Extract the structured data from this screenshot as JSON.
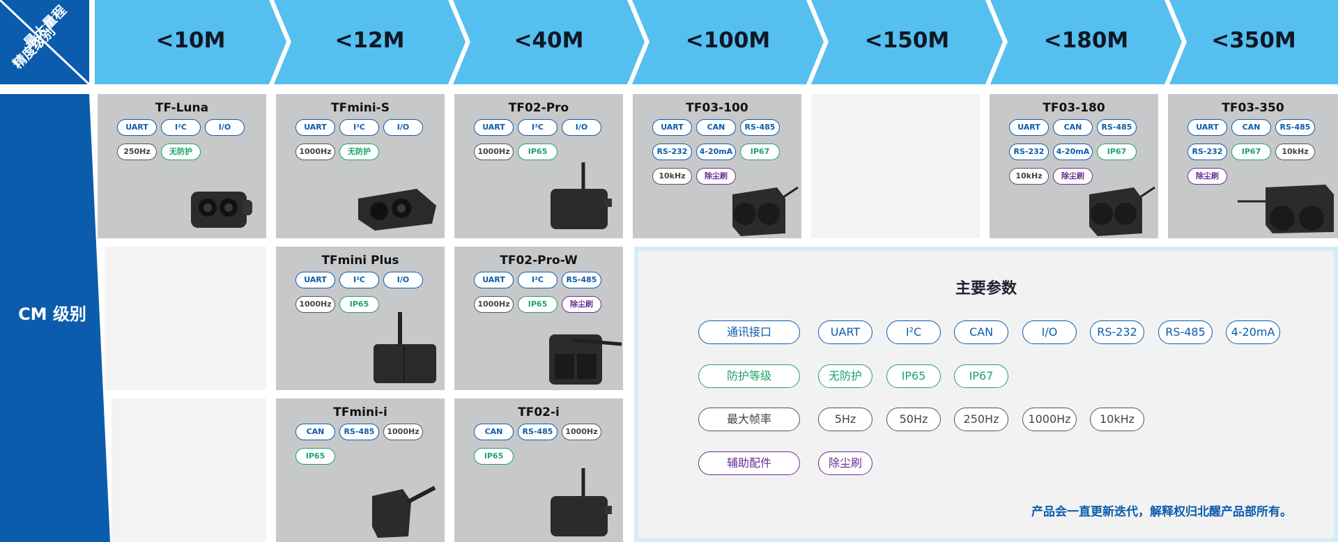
{
  "corner": {
    "top_label": "最大量程",
    "bottom_label": "精度级别"
  },
  "side_label": "CM 级别",
  "ranges": [
    "<10M",
    "<12M",
    "<40M",
    "<100M",
    "<150M",
    "<180M",
    "<350M"
  ],
  "products": {
    "tf_luna": {
      "name": "TF-Luna",
      "tags": [
        "UART",
        "I²C",
        "I/O",
        "250Hz",
        "无防护"
      ]
    },
    "tfmini_s": {
      "name": "TFmini-S",
      "tags": [
        "UART",
        "I²C",
        "I/O",
        "1000Hz",
        "无防护"
      ]
    },
    "tf02_pro": {
      "name": "TF02-Pro",
      "tags": [
        "UART",
        "I²C",
        "I/O",
        "1000Hz",
        "IP65"
      ]
    },
    "tf03_100": {
      "name": "TF03-100",
      "tags": [
        "UART",
        "CAN",
        "RS-485",
        "RS-232",
        "4-20mA",
        "IP67",
        "10kHz",
        "除尘刷"
      ]
    },
    "tf03_180": {
      "name": "TF03-180",
      "tags": [
        "UART",
        "CAN",
        "RS-485",
        "RS-232",
        "4-20mA",
        "IP67",
        "10kHz",
        "除尘刷"
      ]
    },
    "tf03_350": {
      "name": "TF03-350",
      "tags": [
        "UART",
        "CAN",
        "RS-485",
        "RS-232",
        "IP67",
        "10kHz",
        "除尘刷"
      ]
    },
    "tfmini_plus": {
      "name": "TFmini Plus",
      "tags": [
        "UART",
        "I²C",
        "I/O",
        "1000Hz",
        "IP65"
      ]
    },
    "tf02_pro_w": {
      "name": "TF02-Pro-W",
      "tags": [
        "UART",
        "I²C",
        "RS-485",
        "1000Hz",
        "IP65",
        "除尘刷"
      ]
    },
    "tfmini_i": {
      "name": "TFmini-i",
      "tags": [
        "CAN",
        "RS-485",
        "1000Hz",
        "IP65"
      ]
    },
    "tf02_i": {
      "name": "TF02-i",
      "tags": [
        "CAN",
        "RS-485",
        "1000Hz",
        "IP65"
      ]
    }
  },
  "legend": {
    "title": "主要参数",
    "interface": {
      "label": "通讯接口",
      "items": [
        "UART",
        "I²C",
        "CAN",
        "I/O",
        "RS-232",
        "RS-485",
        "4-20mA"
      ]
    },
    "protection": {
      "label": "防护等级",
      "items": [
        "无防护",
        "IP65",
        "IP67"
      ]
    },
    "frequency": {
      "label": "最大帧率",
      "items": [
        "5Hz",
        "50Hz",
        "250Hz",
        "1000Hz",
        "10kHz"
      ]
    },
    "accessory": {
      "label": "辅助配件",
      "items": [
        "除尘刷"
      ]
    },
    "note": "产品会一直更新迭代，解释权归北醒产品部所有。"
  },
  "colors": {
    "blue": "#0b5cad",
    "sky": "#55bff0",
    "green": "#1aa36a",
    "purple": "#6b2c91",
    "gray": "#555555"
  }
}
